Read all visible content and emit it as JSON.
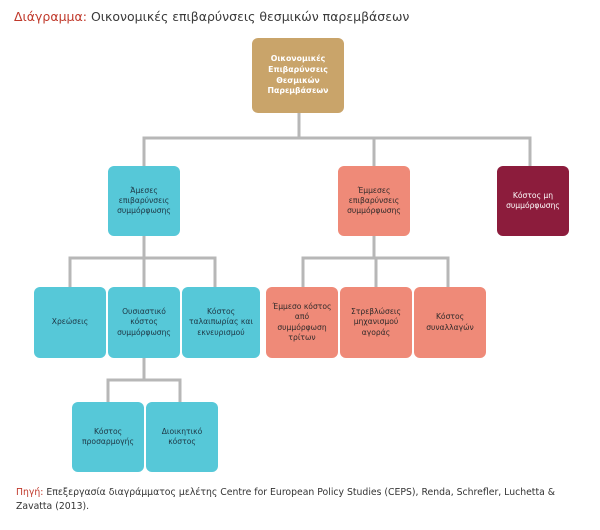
{
  "title": {
    "label": "Διάγραμμα:",
    "text": "Οικονομικές επιβαρύνσεις θεσμικών παρεμβάσεων"
  },
  "nodes": {
    "root": "Οικονομικές Επιβαρύνσεις Θεσμικών Παρεμβάσεων",
    "direct": "Άμεσες επιβαρύνσεις συμμόρφωσης",
    "indirect": "Έμμεσες επιβαρύνσεις συμμόρφωσης",
    "noncompliance": "Κόστος μη συμμόρφωσης",
    "fees": "Χρεώσεις",
    "substantive": "Ουσιαστικό κόστος συμμόρφωσης",
    "hassle": "Κόστος ταλαιπωρίας και εκνευρισμού",
    "indirect_third": "Έμμεσο κόστος από συμμόρφωση τρίτων",
    "distortions": "Στρεβλώσεις μηχανισμού αγοράς",
    "transaction": "Κόστος συναλλαγών",
    "adjustment": "Κόστος προσαρμογής",
    "admin": "Διοικητικό κόστος"
  },
  "source": {
    "label": "Πηγή:",
    "text": "Επεξεργασία διαγράμματος μελέτης Centre for European Policy Studies (CEPS), Renda, Schrefler, Luchetta & Zavatta (2013)."
  },
  "colors": {
    "root": "#c9a46a",
    "direct": "#56c8d8",
    "indirect": "#ef8a78",
    "noncompliance": "#8c1c3c",
    "connector": "#b7b7b7"
  }
}
